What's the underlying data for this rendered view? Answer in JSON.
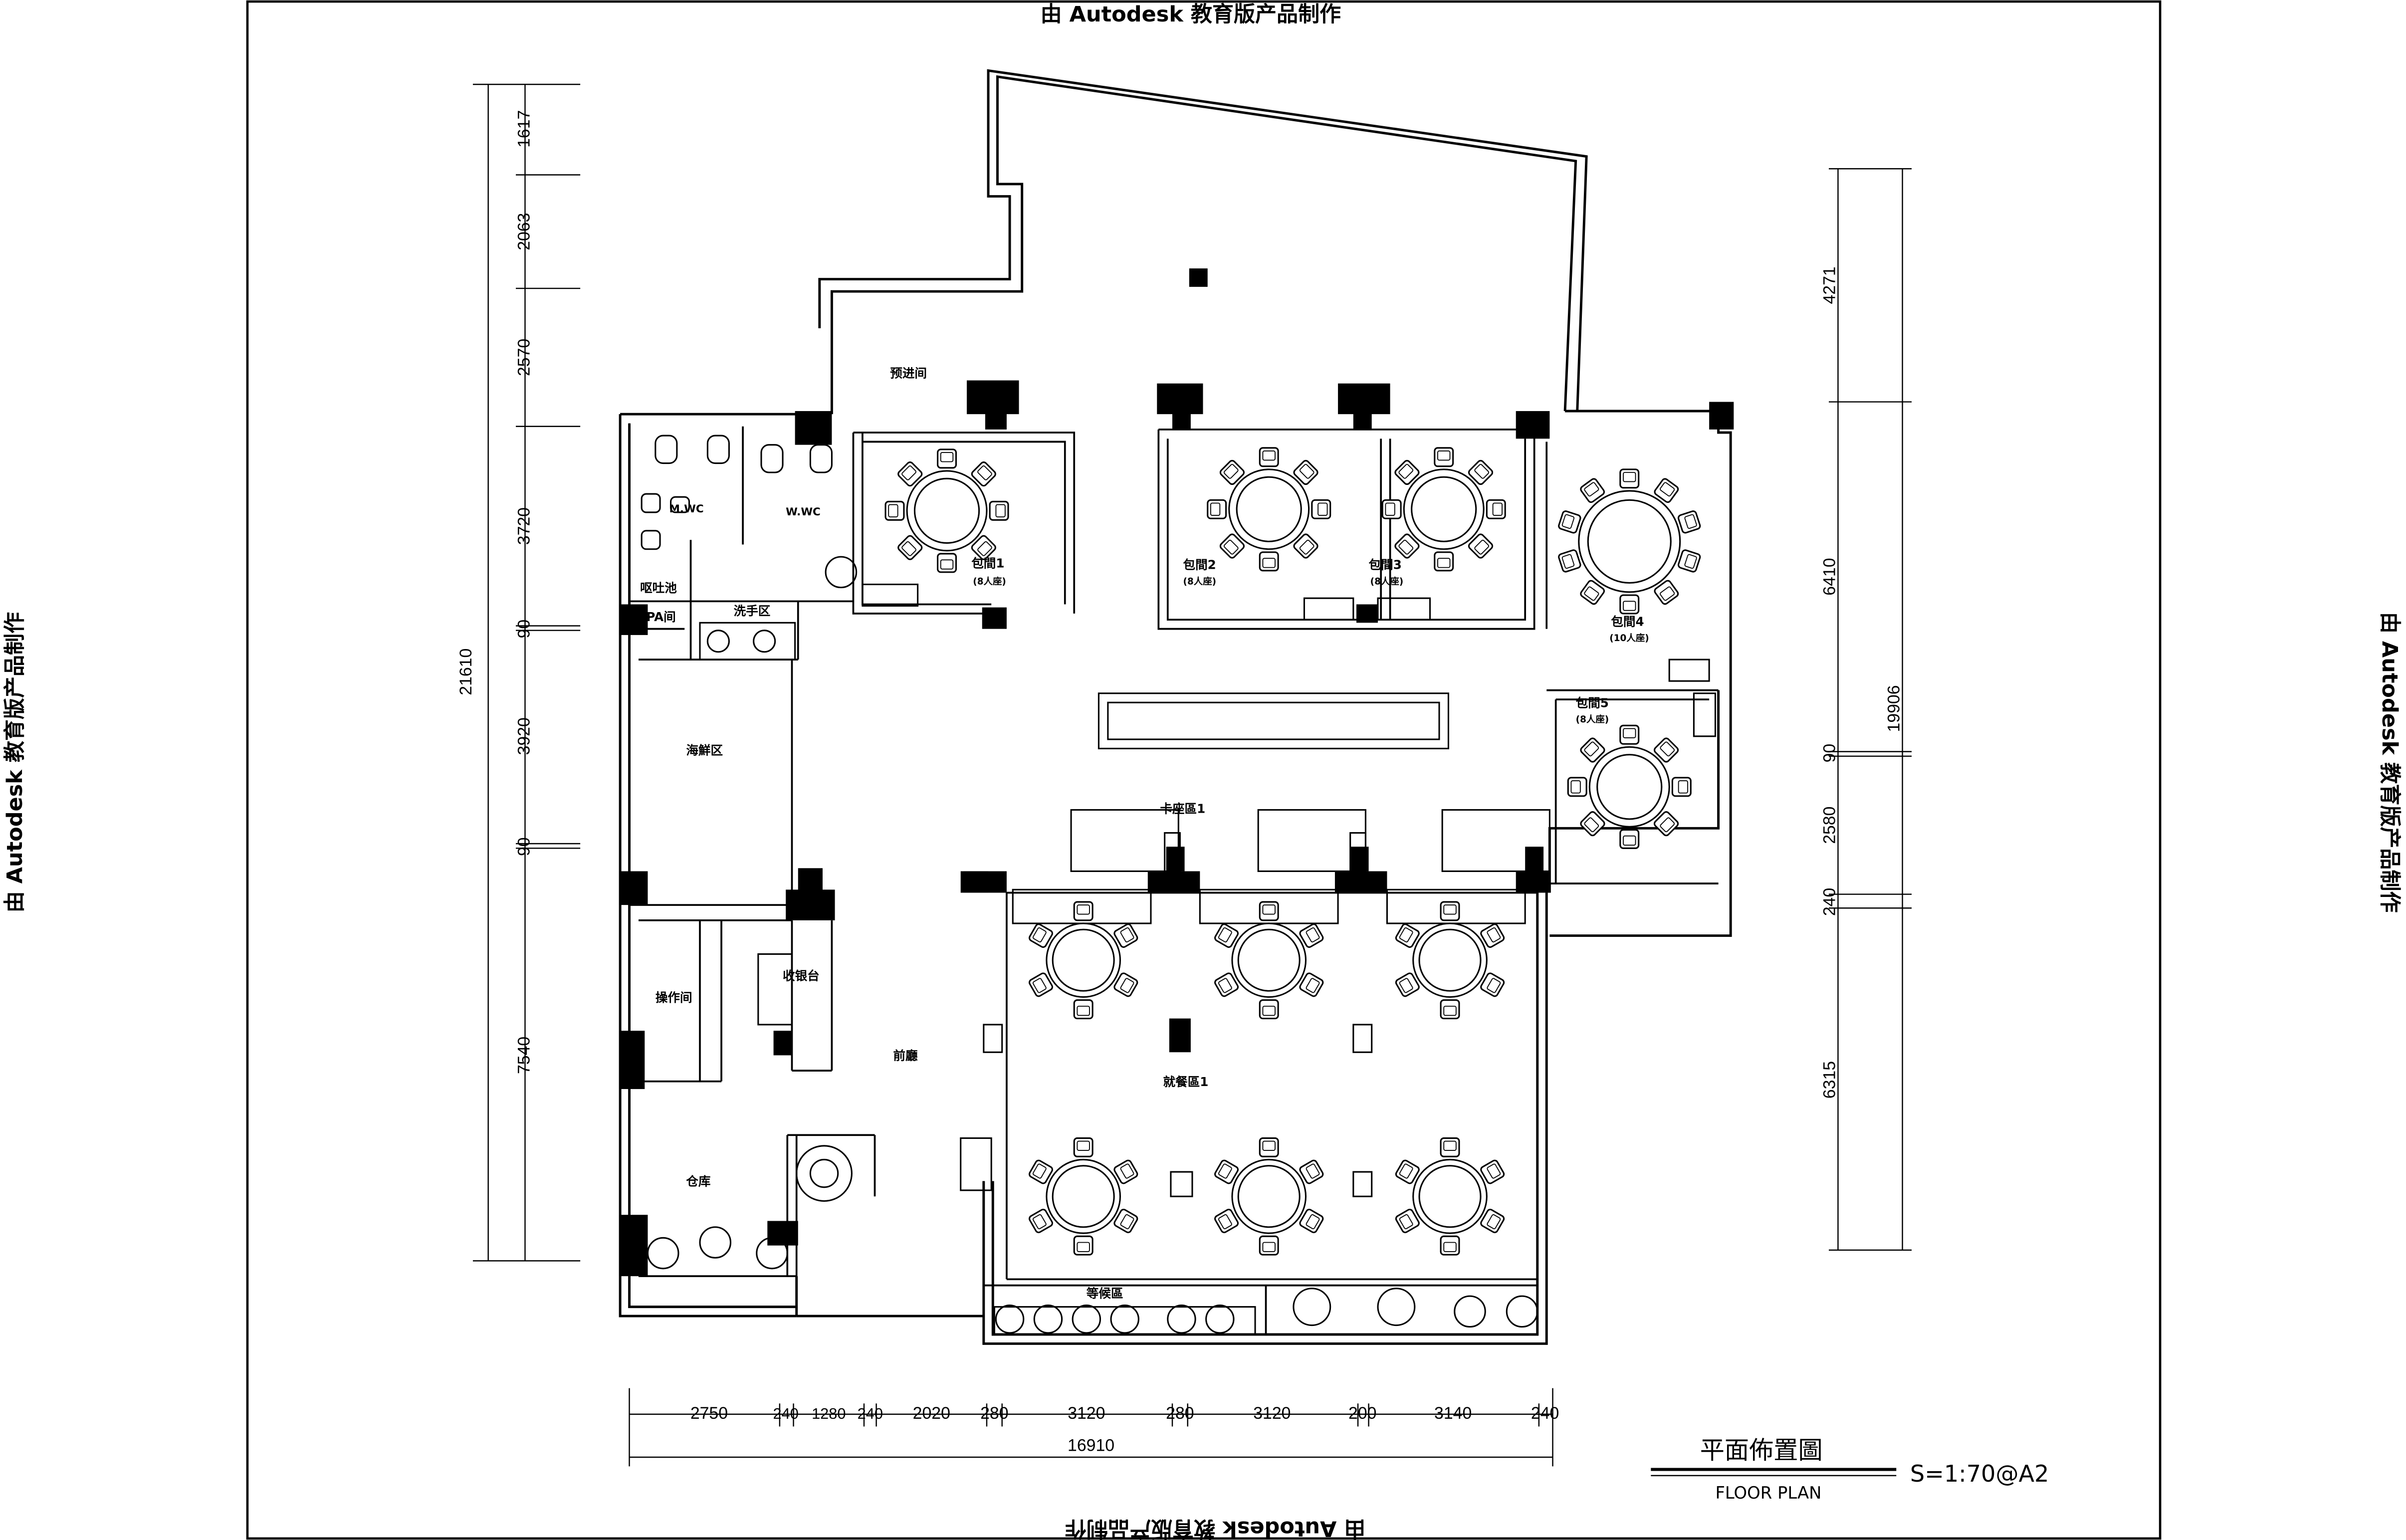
{
  "watermark": {
    "text": "由 Autodesk 教育版产品制作",
    "color": "#000000"
  },
  "rooms": {
    "vestibule": "预进间",
    "private_room_1": "包間1",
    "private_room_1_seats": "(8人座)",
    "private_room_2": "包間2",
    "private_room_2_seats": "(8人座)",
    "private_room_3": "包間3",
    "private_room_3_seats": "(8人座)",
    "private_room_4": "包間4",
    "private_room_4_seats": "(10人座)",
    "private_room_5": "包間5",
    "private_room_5_seats": "(8人座)",
    "mens_wc": "M.WC",
    "womens_wc": "W.WC",
    "spittoon": "呕吐池",
    "pa_room": "PA间",
    "wash_area": "洗手区",
    "seafood_area": "海鮮区",
    "booth_area": "卡座區1",
    "cashier": "收银台",
    "operation_room": "操作间",
    "front_hall": "前廳",
    "dining_area": "就餐區1",
    "storage": "仓库",
    "waiting_area": "等候區"
  },
  "dimensions": {
    "left_segments": [
      "1617",
      "2063",
      "2570",
      "3720",
      "90",
      "3920",
      "90",
      "7540"
    ],
    "left_total": "21610",
    "right_segments": [
      "4271",
      "6410",
      "90",
      "2580",
      "240",
      "6315"
    ],
    "right_total": "19906",
    "bottom_segments": [
      "2750",
      "240",
      "1280",
      "240",
      "2020",
      "280",
      "3120",
      "280",
      "3120",
      "200",
      "3140",
      "240"
    ],
    "bottom_total": "16910"
  },
  "title_block": {
    "title": "平面佈置圖",
    "subtitle": "FLOOR PLAN",
    "scale": "S=1:70@A2"
  }
}
